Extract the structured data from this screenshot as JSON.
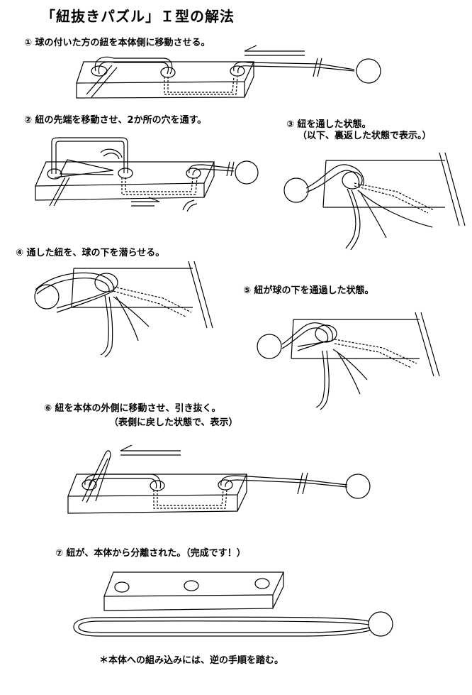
{
  "title": "「紐抜きパズル」Ｉ型の解法",
  "steps": {
    "s1": "① 球の付いた方の紐を本体側に移動させる。",
    "s2": "② 紐の先端を移動させ、2か所の穴を通す。",
    "s3": "③ 紐を通した状態。",
    "s3_note": "（以下、裏返した状態で表示。）",
    "s4": "④ 通した紐を、球の下を潜らせる。",
    "s5": "⑤ 紐が球の下を通過した状態。",
    "s6": "⑥ 紐を本体の外側に移動させ、引き抜く。",
    "s6_note": "（表側に戻した状態で、表示）",
    "s7": "⑦ 紐が、本体から分離された。（完成です！）"
  },
  "footnote": "＊本体への組み込みには、逆の手順を踏む。"
}
